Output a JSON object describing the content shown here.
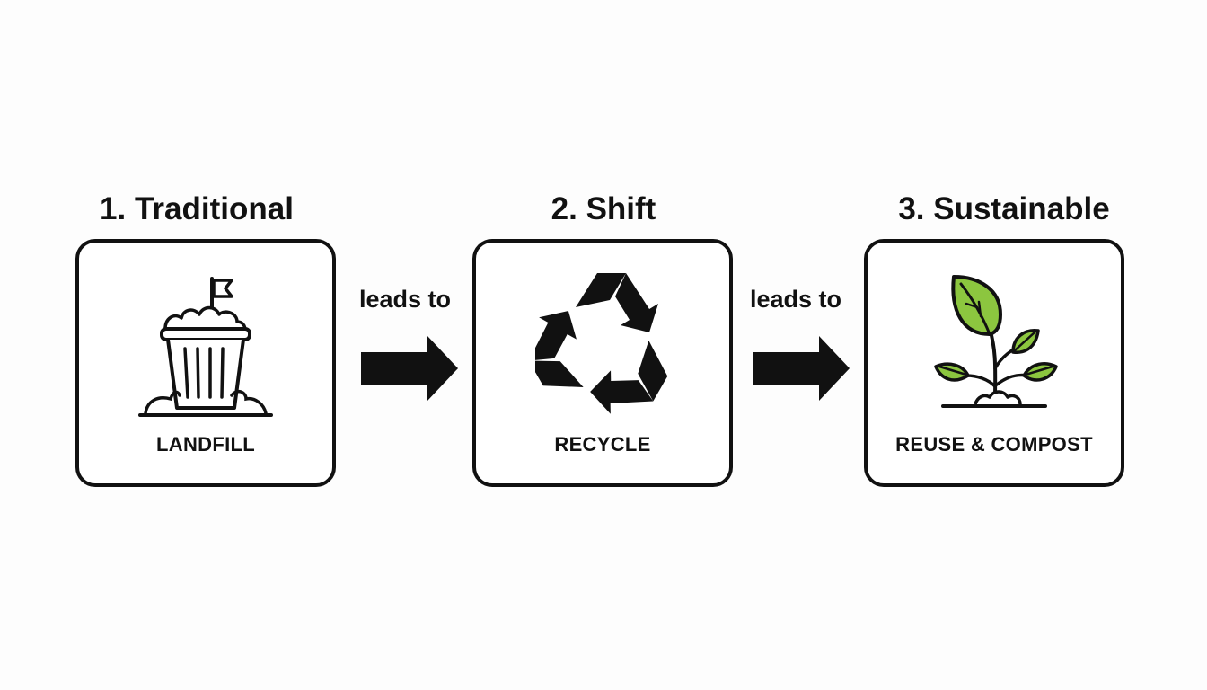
{
  "stages": [
    {
      "title": "1. Traditional",
      "label": "LANDFILL",
      "icon": "trash-bin-landfill-icon"
    },
    {
      "title": "2. Shift",
      "label": "RECYCLE",
      "icon": "recycle-icon"
    },
    {
      "title": "3. Sustainable",
      "label": "REUSE & COMPOST",
      "icon": "sprouting-plant-icon"
    }
  ],
  "connectors": [
    {
      "text": "leads to",
      "icon": "right-arrow-icon"
    },
    {
      "text": "leads to",
      "icon": "right-arrow-icon"
    }
  ],
  "colors": {
    "ink": "#111111",
    "leaf_green": "#8cc63f",
    "background": "#fdfdfd"
  }
}
